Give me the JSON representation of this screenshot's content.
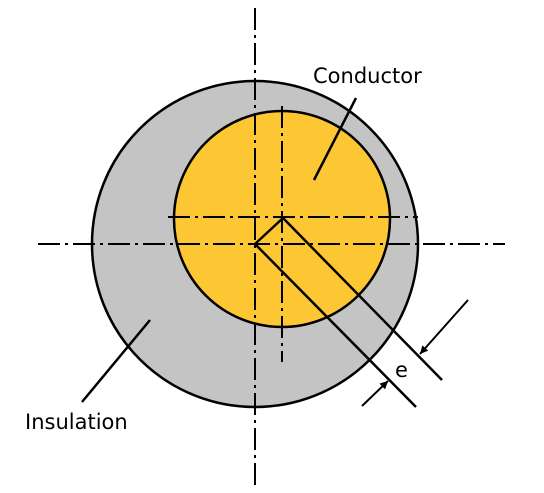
{
  "labels": {
    "conductor": "Conductor",
    "insulation": "Insulation",
    "eccentricity": "e"
  },
  "colors": {
    "insulation_fill": "#c4c4c4",
    "conductor_fill": "#fdc734",
    "stroke": "#000000",
    "background": "#ffffff"
  }
}
